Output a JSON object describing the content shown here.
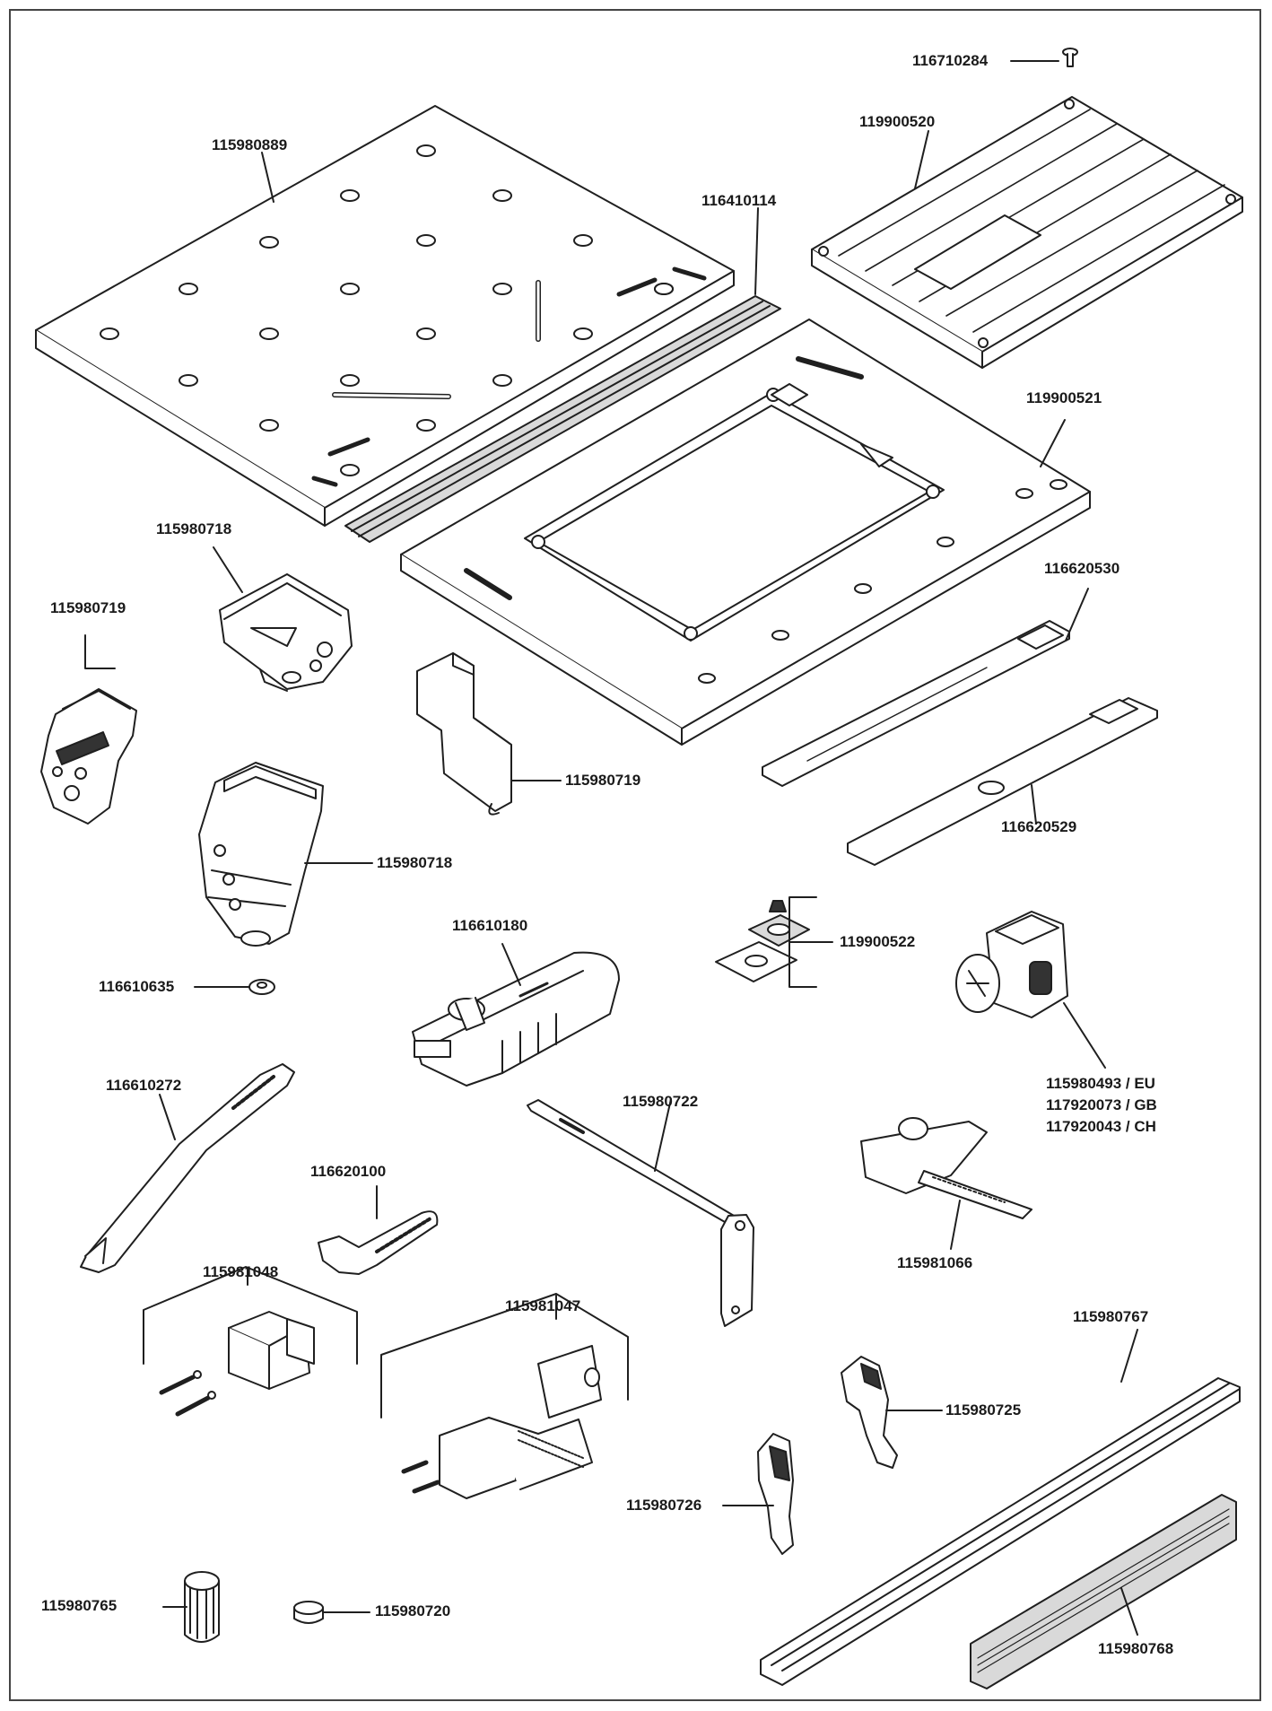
{
  "colors": {
    "line": "#1f1f1f",
    "part_fill": "#ffffff",
    "shade": "#d9d9d9",
    "label": "#1a1a1a"
  },
  "parts": [
    {
      "key": "p116710284",
      "number": "116710284",
      "icon": "screw-icon"
    },
    {
      "key": "p119900520",
      "number": "119900520",
      "icon": "extension-plate-icon"
    },
    {
      "key": "p115980889",
      "number": "115980889",
      "icon": "table-top-icon"
    },
    {
      "key": "p116410114",
      "number": "116410114",
      "icon": "rail-icon"
    },
    {
      "key": "p119900521",
      "number": "119900521",
      "icon": "router-plate-icon"
    },
    {
      "key": "p115980718a",
      "number": "115980718",
      "icon": "corner-bracket-icon"
    },
    {
      "key": "p115980719a",
      "number": "115980719",
      "icon": "corner-leg-icon"
    },
    {
      "key": "p116620530",
      "number": "116620530",
      "icon": "slide-bar-icon"
    },
    {
      "key": "p115980719b",
      "number": "115980719",
      "icon": "bracket-plate-icon"
    },
    {
      "key": "p116620529",
      "number": "116620529",
      "icon": "cover-strip-icon"
    },
    {
      "key": "p115980718b",
      "number": "115980718",
      "icon": "leg-socket-icon"
    },
    {
      "key": "p116610180",
      "number": "116610180",
      "icon": "dust-port-icon"
    },
    {
      "key": "p119900522",
      "number": "119900522",
      "icon": "foot-plate-icon"
    },
    {
      "key": "p116610635",
      "number": "116610635",
      "icon": "nut-icon"
    },
    {
      "key": "p115980493",
      "number": "115980493 / EU",
      "icon": "switch-box-icon"
    },
    {
      "key": "p117920073",
      "number": "117920073 / GB",
      "icon": "switch-box-icon"
    },
    {
      "key": "p117920043",
      "number": "117920043 / CH",
      "icon": "switch-box-icon"
    },
    {
      "key": "p116610272",
      "number": "116610272",
      "icon": "wrench-icon"
    },
    {
      "key": "p115980722",
      "number": "115980722",
      "icon": "arm-icon"
    },
    {
      "key": "p116620100",
      "number": "116620100",
      "icon": "spanner-icon"
    },
    {
      "key": "p115981066",
      "number": "115981066",
      "icon": "mitre-gauge-icon"
    },
    {
      "key": "p115981048",
      "number": "115981048",
      "icon": "clamp-block-icon"
    },
    {
      "key": "p115981047",
      "number": "115981047",
      "icon": "clamp-set-icon"
    },
    {
      "key": "p115980767",
      "number": "115980767",
      "icon": "fence-rail-icon"
    },
    {
      "key": "p115980725",
      "number": "115980725",
      "icon": "small-clamp-icon"
    },
    {
      "key": "p115980726",
      "number": "115980726",
      "icon": "clamp-icon"
    },
    {
      "key": "p115980765",
      "number": "115980765",
      "icon": "knob-icon"
    },
    {
      "key": "p115980720",
      "number": "115980720",
      "icon": "cap-icon"
    },
    {
      "key": "p115980768",
      "number": "115980768",
      "icon": "fence-bar-icon"
    }
  ]
}
